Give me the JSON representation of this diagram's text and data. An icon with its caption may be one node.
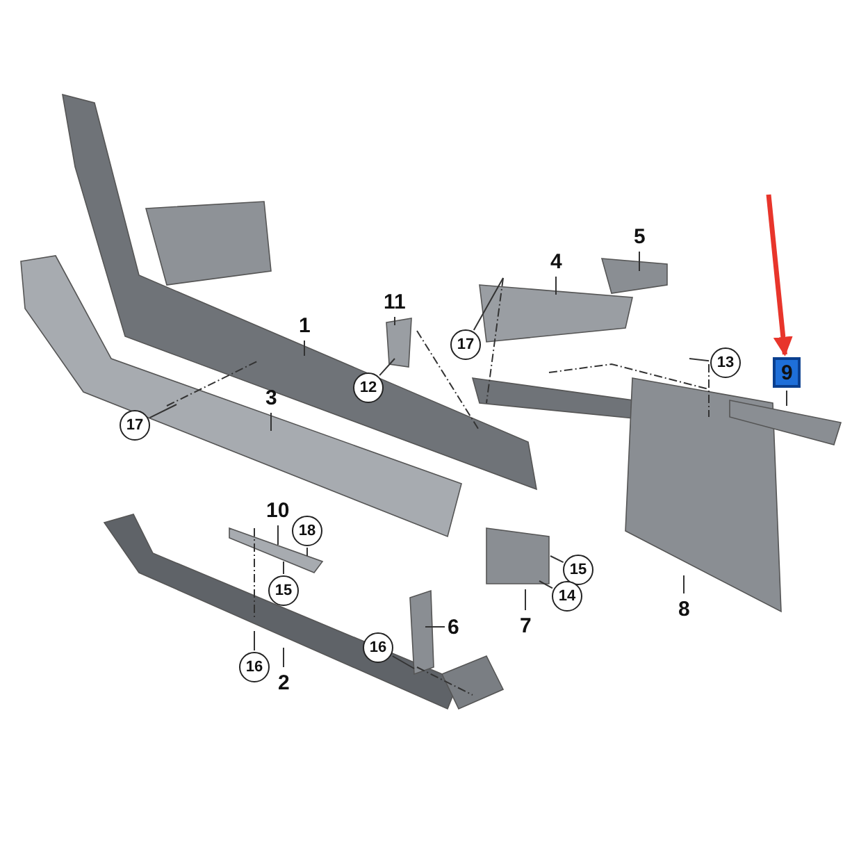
{
  "diagram": {
    "nodes": [
      {
        "text": [
          "5"
        ]
      },
      {
        "text": [
          "4"
        ]
      },
      {
        "text": [
          "11"
        ]
      },
      {
        "text": [
          "1"
        ]
      },
      {
        "text": [
          "17"
        ]
      },
      {
        "text": [
          "12"
        ]
      },
      {
        "text": [
          "13"
        ]
      },
      {
        "text": [
          "9"
        ]
      },
      {
        "text": [
          "3"
        ]
      },
      {
        "text": [
          "17"
        ]
      },
      {
        "text": [
          "10"
        ]
      },
      {
        "text": [
          "18"
        ]
      },
      {
        "text": [
          "15"
        ]
      },
      {
        "text": [
          "15"
        ]
      },
      {
        "text": [
          "6"
        ]
      },
      {
        "text": [
          "7"
        ]
      },
      {
        "text": [
          "14"
        ]
      },
      {
        "text": [
          "8"
        ]
      },
      {
        "text": [
          "16"
        ]
      },
      {
        "text": [
          "16"
        ]
      },
      {
        "text": [
          "2"
        ]
      }
    ],
    "edges": [
      {
        "from": 0,
        "to": null,
        "arrow": "none"
      },
      {
        "from": 1,
        "to": null,
        "arrow": "none"
      },
      {
        "from": 2,
        "to": null,
        "arrow": "none"
      },
      {
        "from": 3,
        "to": null,
        "arrow": "none"
      },
      {
        "from": 4,
        "to": null,
        "arrow": "none"
      },
      {
        "from": 5,
        "to": null,
        "arrow": "none"
      },
      {
        "from": 6,
        "to": null,
        "arrow": "none"
      },
      {
        "from": 7,
        "to": null,
        "arrow": "none"
      },
      {
        "from": 8,
        "to": null,
        "arrow": "none"
      },
      {
        "from": 9,
        "to": null,
        "arrow": "none"
      },
      {
        "from": 10,
        "to": null,
        "arrow": "none"
      },
      {
        "from": 11,
        "to": null,
        "arrow": "none"
      },
      {
        "from": 12,
        "to": null,
        "arrow": "none"
      },
      {
        "from": 13,
        "to": null,
        "arrow": "none"
      },
      {
        "from": 14,
        "to": null,
        "arrow": "none"
      },
      {
        "from": 15,
        "to": null,
        "arrow": "none"
      },
      {
        "from": 16,
        "to": null,
        "arrow": "none"
      },
      {
        "from": 17,
        "to": null,
        "arrow": "none"
      },
      {
        "from": 18,
        "to": null,
        "arrow": "none"
      },
      {
        "from": 19,
        "to": null,
        "arrow": "none"
      },
      {
        "from": 20,
        "to": null,
        "arrow": "none"
      },
      {
        "from": null,
        "to": 7,
        "arrow": "to",
        "style": "thick",
        "color": "#e8352b"
      }
    ]
  }
}
